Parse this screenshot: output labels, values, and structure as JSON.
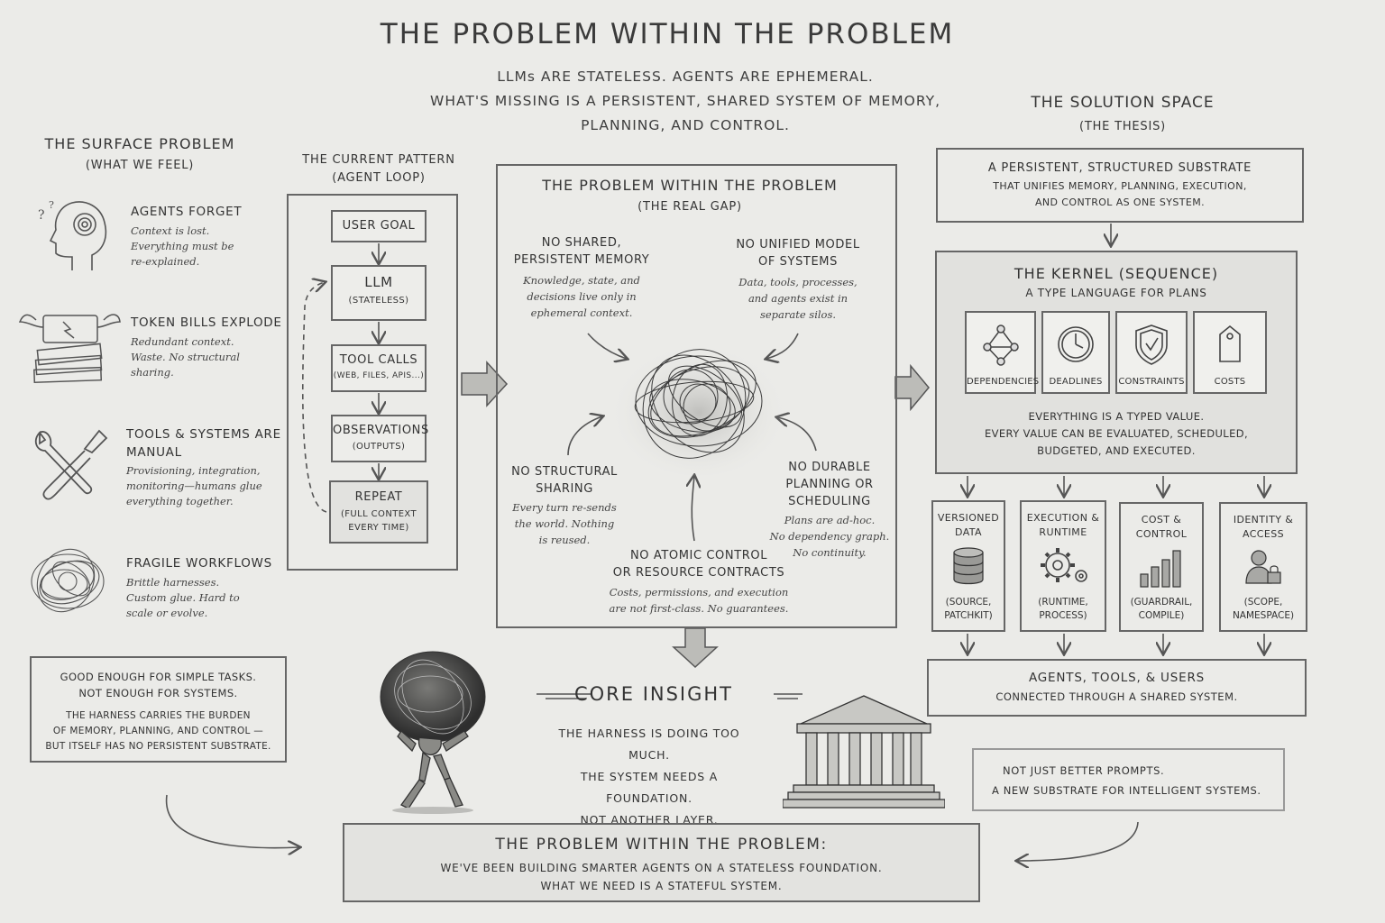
{
  "header": {
    "title": "THE PROBLEM WITHIN THE PROBLEM",
    "subtitle_l1": "LLMs ARE STATELESS.  AGENTS ARE EPHEMERAL.",
    "subtitle_l2": "WHAT'S MISSING IS A PERSISTENT, SHARED SYSTEM OF MEMORY,",
    "subtitle_l3": "PLANNING, AND CONTROL."
  },
  "surface": {
    "title": "THE SURFACE PROBLEM",
    "subtitle": "(WHAT WE FEEL)",
    "items": [
      {
        "title": "AGENTS FORGET",
        "l1": "Context is lost.",
        "l2": "Everything must be",
        "l3": "re-explained.",
        "icon": "head-icon"
      },
      {
        "title": "TOKEN BILLS EXPLODE",
        "l1": "Redundant context.",
        "l2": "Waste.  No structural",
        "l3": "sharing.",
        "icon": "flying-money-icon"
      },
      {
        "title": "TOOLS & SYSTEMS ARE",
        "title2": "MANUAL",
        "l1": "Provisioning, integration,",
        "l2": "monitoring—humans glue",
        "l3": "everything together.",
        "icon": "wrench-screwdriver-icon"
      },
      {
        "title": "FRAGILE WORKFLOWS",
        "l1": "Brittle harnesses.",
        "l2": "Custom glue.  Hard to",
        "l3": "scale or evolve.",
        "icon": "tangle-icon"
      }
    ],
    "note": {
      "l1": "GOOD ENOUGH FOR SIMPLE TASKS.",
      "l2": "NOT ENOUGH FOR SYSTEMS.",
      "l3": "THE HARNESS CARRIES THE BURDEN",
      "l4": "OF MEMORY, PLANNING, AND CONTROL —",
      "l5": "BUT ITSELF HAS NO PERSISTENT SUBSTRATE."
    }
  },
  "loop": {
    "title": "THE CURRENT PATTERN",
    "subtitle": "(AGENT LOOP)",
    "steps": [
      {
        "label": "USER GOAL",
        "sub": ""
      },
      {
        "label": "LLM",
        "sub": "(STATELESS)"
      },
      {
        "label": "TOOL CALLS",
        "sub": "(WEB, FILES, APIS...)"
      },
      {
        "label": "OBSERVATIONS",
        "sub": "(OUTPUTS)"
      },
      {
        "label": "REPEAT",
        "sub": "(FULL CONTEXT",
        "sub2": "EVERY TIME)"
      }
    ]
  },
  "gap": {
    "title": "THE PROBLEM WITHIN THE PROBLEM",
    "subtitle": "(THE REAL GAP)",
    "items": [
      {
        "t1": "NO SHARED,",
        "t2": "PERSISTENT MEMORY",
        "l1": "Knowledge, state, and",
        "l2": "decisions live only in",
        "l3": "ephemeral context."
      },
      {
        "t1": "NO UNIFIED MODEL",
        "t2": "OF SYSTEMS",
        "l1": "Data, tools, processes,",
        "l2": "and agents exist in",
        "l3": "separate silos."
      },
      {
        "t1": "NO STRUCTURAL",
        "t2": "SHARING",
        "l1": "Every turn re-sends",
        "l2": "the world.  Nothing",
        "l3": "is reused."
      },
      {
        "t1": "NO DURABLE",
        "t2": "PLANNING OR",
        "t3": "SCHEDULING",
        "l1": "Plans are ad-hoc.",
        "l2": "No dependency graph.",
        "l3": "No continuity."
      },
      {
        "t1": "NO ATOMIC CONTROL",
        "t2": "OR RESOURCE CONTRACTS",
        "l1": "Costs, permissions, and execution",
        "l2": "are not first-class.  No guarantees."
      }
    ]
  },
  "insight": {
    "title": "CORE INSIGHT",
    "l1": "THE HARNESS IS DOING TOO MUCH.",
    "l2": "THE SYSTEM NEEDS A FOUNDATION.",
    "l3": "NOT ANOTHER LAYER."
  },
  "solution": {
    "title": "THE SOLUTION SPACE",
    "subtitle": "(THE THESIS)",
    "substrate_l1": "A PERSISTENT, STRUCTURED SUBSTRATE",
    "substrate_l2": "THAT UNIFIES MEMORY, PLANNING, EXECUTION,",
    "substrate_l3": "AND CONTROL AS ONE SYSTEM.",
    "kernel_title": "THE KERNEL (SEQUENCE)",
    "kernel_sub": "A TYPE LANGUAGE FOR PLANS",
    "kernel_icons": [
      {
        "label": "DEPENDENCIES",
        "icon": "graph-icon"
      },
      {
        "label": "DEADLINES",
        "icon": "clock-icon"
      },
      {
        "label": "CONSTRAINTS",
        "icon": "shield-icon"
      },
      {
        "label": "COSTS",
        "icon": "price-tag-icon"
      }
    ],
    "kernel_l1": "EVERYTHING IS A TYPED VALUE.",
    "kernel_l2": "EVERY VALUE CAN BE EVALUATED, SCHEDULED,",
    "kernel_l3": "BUDGETED, AND EXECUTED.",
    "services": [
      {
        "t1": "VERSIONED",
        "t2": "DATA",
        "b1": "(SOURCE,",
        "b2": "PATCHKIT)",
        "icon": "database-icon"
      },
      {
        "t1": "EXECUTION &",
        "t2": "RUNTIME",
        "b1": "(RUNTIME,",
        "b2": "PROCESS)",
        "icon": "gear-icon"
      },
      {
        "t1": "COST &",
        "t2": "CONTROL",
        "b1": "(GUARDRAIL,",
        "b2": "COMPILE)",
        "icon": "bar-chart-icon"
      },
      {
        "t1": "IDENTITY &",
        "t2": "ACCESS",
        "b1": "(SCOPE,",
        "b2": "NAMESPACE)",
        "icon": "user-lock-icon"
      }
    ],
    "agents_l1": "AGENTS, TOOLS, & USERS",
    "agents_l2": "CONNECTED THROUGH A SHARED SYSTEM.",
    "note_l1": "NOT JUST BETTER PROMPTS.",
    "note_l2": "A NEW SUBSTRATE FOR INTELLIGENT SYSTEMS."
  },
  "conclusion": {
    "title": "THE PROBLEM WITHIN THE PROBLEM:",
    "l1": "WE'VE BEEN BUILDING SMARTER AGENTS ON A STATELESS FOUNDATION.",
    "l2": "WHAT WE NEED IS A STATEFUL SYSTEM."
  }
}
